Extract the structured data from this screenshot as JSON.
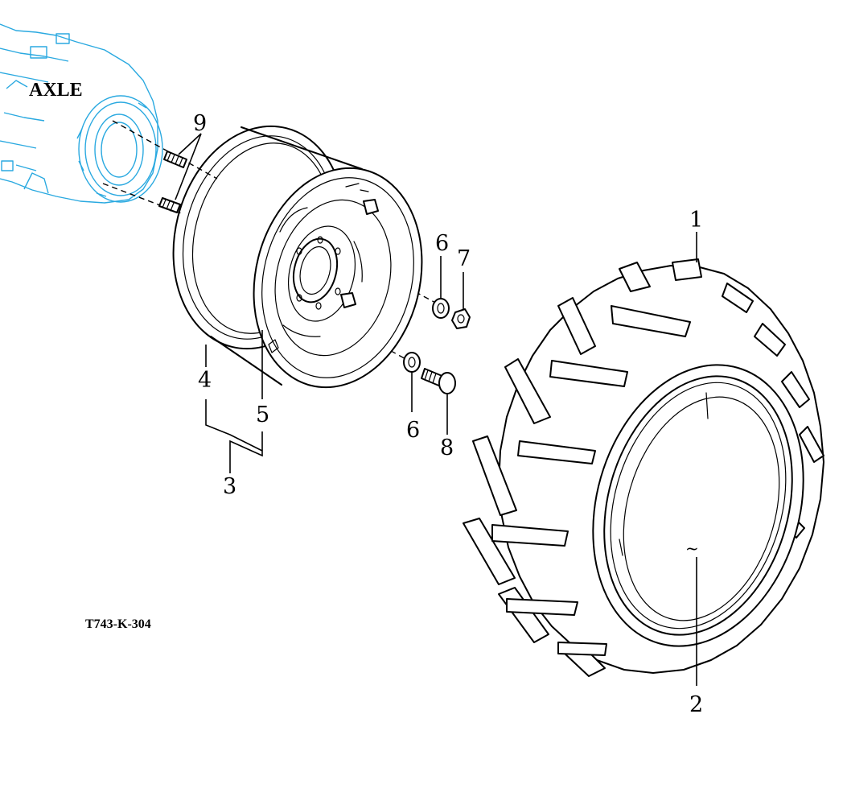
{
  "assembly_label": "AXLE",
  "figure_code": "T743-K-304",
  "callouts": {
    "c1": "1",
    "c2": "2",
    "c3": "3",
    "c4": "4",
    "c5": "5",
    "c6a": "6",
    "c6b": "6",
    "c7": "7",
    "c8": "8",
    "c9": "9"
  },
  "colors": {
    "axle_outline": "#2aa9e0",
    "line_art": "#000000",
    "background": "#ffffff"
  }
}
